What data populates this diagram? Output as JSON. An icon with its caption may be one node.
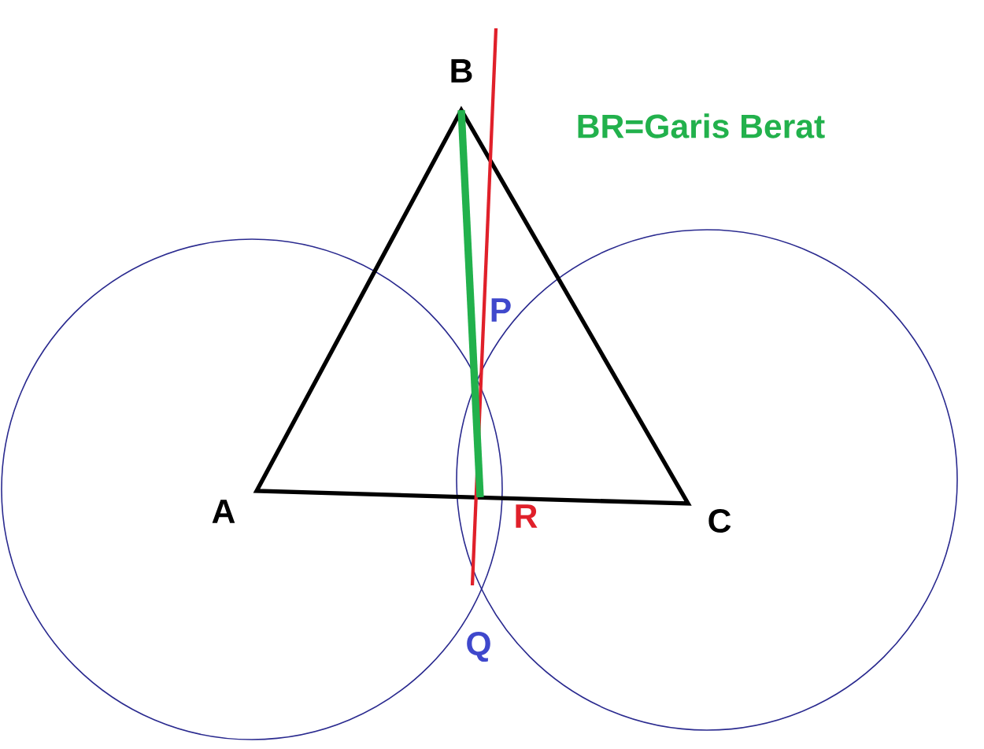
{
  "diagram": {
    "labels": [
      "B",
      "BR=Garis Berat",
      "P",
      "A",
      "R",
      "C",
      "Q"
    ]
  }
}
